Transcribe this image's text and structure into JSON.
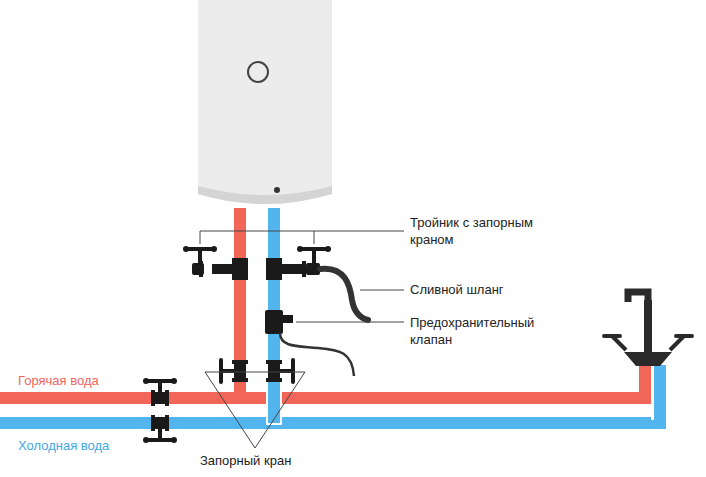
{
  "diagram": {
    "labels": [
      "Тройник с запорным краном",
      "Сливной шланг",
      "Предохранительный клапан",
      "Горячая вода",
      "Холодная вода",
      "Запорный кран"
    ]
  }
}
